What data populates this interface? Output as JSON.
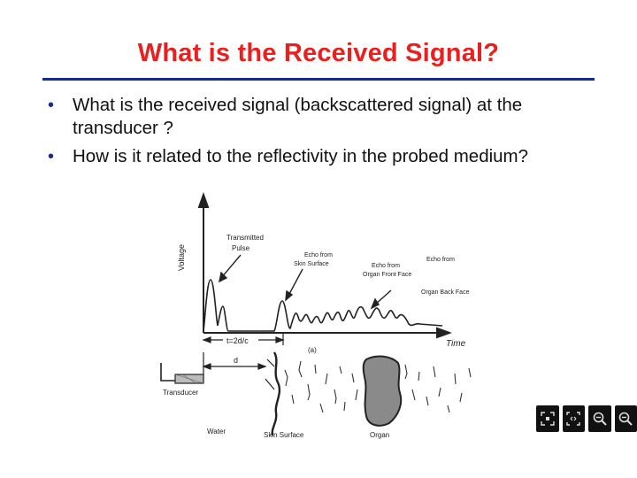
{
  "slide": {
    "title": "What is the Received Signal?",
    "bullets": [
      "What is the received signal (backscattered signal) at the transducer ?",
      "How is it related to the reflectivity in the probed medium?"
    ]
  },
  "figure": {
    "y_axis_label": "Voltage",
    "x_axis_label": "Time",
    "panel_label": "(a)",
    "time_marker": "t=2d/c",
    "distance_marker": "d",
    "annotations": {
      "transmitted_pulse": [
        "Transmitted",
        "Pulse"
      ],
      "echo_skin": [
        "Echo from",
        "Skin Surface"
      ],
      "echo_organ_front": [
        "Echo from",
        "Organ Front Face"
      ],
      "echo_organ_back": [
        "Echo from",
        "Organ Back Face"
      ]
    },
    "labels": {
      "transducer": "Transducer",
      "water": "Water",
      "skin_surface": "Skin  Surface",
      "organ": "Organ"
    }
  },
  "controls": {
    "icons": [
      "fit-screen-icon",
      "fullscreen-icon",
      "zoom-in-icon",
      "zoom-out-icon"
    ]
  }
}
